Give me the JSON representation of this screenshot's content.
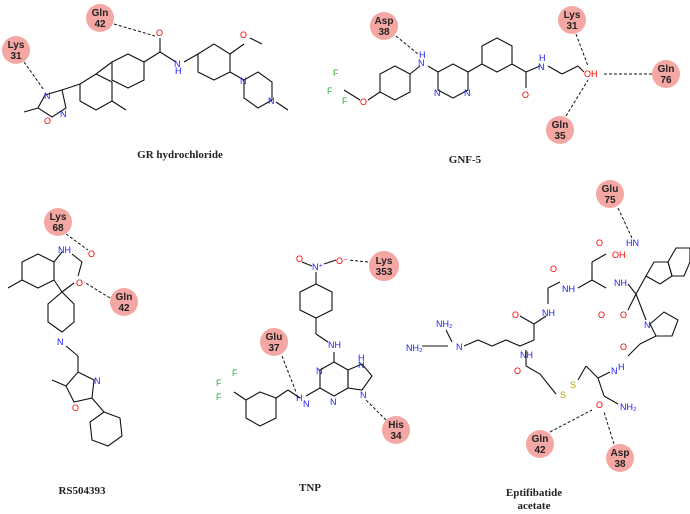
{
  "compounds": [
    {
      "name": "GR hydrochloride"
    },
    {
      "name": "GNF-5"
    },
    {
      "name": "RS504393"
    },
    {
      "name": "TNP"
    },
    {
      "name": "Eptifibatide acetate"
    }
  ],
  "residues": {
    "gr": [
      {
        "label": "Lys 31"
      },
      {
        "label": "Gln 42"
      }
    ],
    "gnf": [
      {
        "label": "Asp 38"
      },
      {
        "label": "Lys 31"
      },
      {
        "label": "Gln 76"
      },
      {
        "label": "Gln 35"
      }
    ],
    "rs": [
      {
        "label": "Lys 68"
      },
      {
        "label": "Gln 42"
      }
    ],
    "tnp": [
      {
        "label": "Lys 353"
      },
      {
        "label": "Glu 37"
      },
      {
        "label": "His 34"
      }
    ],
    "ept": [
      {
        "label": "Glu 75"
      },
      {
        "label": "Gln 42"
      },
      {
        "label": "Asp 38"
      }
    ]
  },
  "atoms": {
    "N": "N",
    "O": "O",
    "F": "F",
    "S": "S",
    "H": "H",
    "HN": "HN",
    "NH": "NH",
    "NH2": "NH₂",
    "OH": "OH",
    "O_minus": "O⁻",
    "N_plus": "N⁺",
    "OMe": "O",
    "F3": "F"
  },
  "colors": {
    "residue_fill": "#f4a7a3",
    "text": "#222222",
    "nitrogen": "#1a1aff",
    "oxygen": "#ff0000",
    "fluorine": "#33aa33",
    "sulfur": "#b8a200"
  }
}
